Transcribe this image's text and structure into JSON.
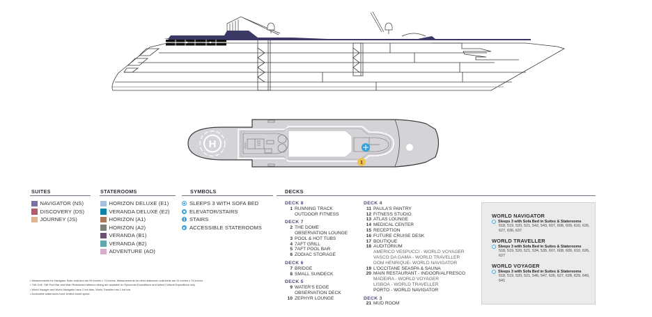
{
  "legend": {
    "suites": {
      "title": "SUITES",
      "items": [
        {
          "label": "NAVIGATOR (NS)",
          "color": "#7b6fa6"
        },
        {
          "label": "DISCOVERY (DS)",
          "color": "#b85966"
        },
        {
          "label": "JOURNEY (JS)",
          "color": "#e3b48f"
        }
      ]
    },
    "staterooms": {
      "title": "STATEROOMS",
      "items": [
        {
          "label": "HORIZON DELUXE (E1)",
          "color": "#a6bfdc"
        },
        {
          "label": "VERANDA DELUXE (E2)",
          "color": "#0f84a8"
        },
        {
          "label": "HORIZON (A1)",
          "color": "#a8795a"
        },
        {
          "label": "HORIZON (A2)",
          "color": "#7e7e78"
        },
        {
          "label": "VERANDA (B1)",
          "color": "#6e4e73"
        },
        {
          "label": "VERANDA (B2)",
          "color": "#5fa7a9"
        },
        {
          "label": "ADVENTURE (AO)",
          "color": "#d5aec9"
        }
      ]
    },
    "symbols": {
      "title": "SYMBOLS",
      "items": [
        {
          "label": "SLEEPS 3 WITH SOFA BED",
          "icon": "sofa-bed-dot-icon",
          "color": "#3aa6dc"
        },
        {
          "label": "ELEVATOR/STAIRS",
          "icon": "elevator-stairs-icon",
          "color": "#2fa0d8"
        },
        {
          "label": "STAIRS",
          "icon": "stairs-icon",
          "color": "#2fa0d8"
        },
        {
          "label": "ACCESSIBLE STATEROOMS",
          "icon": "accessible-icon",
          "color": "#2fa0d8"
        }
      ]
    }
  },
  "decks": {
    "title": "DECKS",
    "columns": [
      [
        {
          "title": "DECK 8",
          "items": [
            {
              "num": "1",
              "name": "RUNNING TRACK",
              "subs": [
                {
                  "text": "OUTDOOR FITNESS",
                  "strong": true
                }
              ]
            }
          ]
        },
        {
          "title": "DECK 7",
          "items": [
            {
              "num": "2",
              "name": "THE DOME",
              "subs": [
                {
                  "text": "OBSERVATION LOUNGE",
                  "strong": true
                }
              ]
            },
            {
              "num": "3",
              "name": "POOL & HOT TUBS",
              "subs": []
            },
            {
              "num": "4",
              "name": "7AFT GRILL",
              "subs": []
            },
            {
              "num": "5",
              "name": "7AFT POOL BAR",
              "subs": []
            },
            {
              "num": "6",
              "name": "ZODIAC STORAGE",
              "subs": []
            }
          ]
        },
        {
          "title": "DECK 6",
          "items": [
            {
              "num": "7",
              "name": "BRIDGE",
              "subs": []
            },
            {
              "num": "8",
              "name": "SMALL SUNDECK",
              "subs": []
            }
          ]
        },
        {
          "title": "DECK 5",
          "items": [
            {
              "num": "9",
              "name": "WATER'S EDGE",
              "subs": [
                {
                  "text": "OBSERVATION DECK",
                  "strong": true
                }
              ]
            },
            {
              "num": "10",
              "name": "ZEPHYR LOUNGE",
              "subs": []
            }
          ]
        }
      ],
      [
        {
          "title": "DECK 4",
          "items": [
            {
              "num": "11",
              "name": "PAULA'S PANTRY",
              "subs": []
            },
            {
              "num": "12",
              "name": "FITNESS STUDIO",
              "subs": []
            },
            {
              "num": "13",
              "name": "ATLAS LOUNGE",
              "subs": []
            },
            {
              "num": "14",
              "name": "MEDICAL CENTER",
              "subs": []
            },
            {
              "num": "15",
              "name": "RECEPTION",
              "subs": []
            },
            {
              "num": "16",
              "name": "FUTURE CRUISE DESK",
              "subs": []
            },
            {
              "num": "17",
              "name": "BOUTIQUE",
              "subs": []
            },
            {
              "num": "18",
              "name": "AUDITORIUM",
              "subs": [
                {
                  "text": "AMERICO VESPUCCI - WORLD VOYAGER",
                  "strong": false
                },
                {
                  "text": "VASCO DA GAMA - WORLD TRAVELLER",
                  "strong": false
                },
                {
                  "text": "DOM HENRIQUE- WORLD NAVIGATOR",
                  "strong": false
                }
              ]
            },
            {
              "num": "19",
              "name": "L'OCCITANE SEASPA & SAUNA",
              "subs": []
            },
            {
              "num": "20",
              "name": "MAIN RESTAURANT - INDOOR/ALFRESCO",
              "subs": [
                {
                  "text": "MADEIRA - WORLD VOYAGER",
                  "strong": false
                },
                {
                  "text": "LISBOA - WORLD TRAVELLER",
                  "strong": false
                },
                {
                  "text": "PORTO - WORLD NAVIGATOR",
                  "strong": true
                }
              ]
            }
          ]
        },
        {
          "title": "DECK 3",
          "items": [
            {
              "num": "21",
              "name": "MUD ROOM",
              "subs": []
            }
          ]
        }
      ]
    ]
  },
  "ships": [
    {
      "name": "WORLD NAVIGATOR",
      "feature": "Sleeps 3 with Sofa Bed in Suites & Staterooms",
      "rooms": "518, 519, 520, 521, 542, 543, 607, 608, 609, 610, 626, 627, 636, 637"
    },
    {
      "name": "WORLD TRAVELLER",
      "feature": "Sleeps 3 with Sofa Bed in Suites & Staterooms",
      "rooms": "518, 519, 520, 521, 534, 535, 607, 608, 609, 610, 626, 627"
    },
    {
      "name": "WORLD VOYAGER",
      "feature": "Sleeps 3 with Sofa Bed in Suites & Staterooms",
      "rooms": "518, 519, 520, 521, 546, 547, 626, 627, 628, 629, 640, 641"
    }
  ],
  "notes": [
    "Measurements for Navigator Suite sofa bed are 59 inches x 74 inches. Measurements for other stateroom sofa beds are 31 inches x 74 inches.",
    "7Aft Grill, 7Aft Pool Bar and Main Restaurant alfresco dining are available on Epicurean Expeditions and select Cultural Expeditions only.",
    "World Voyager and World Navigator have 2 hot tubs, World Traveller has 1 hot tub.",
    "Accessible staterooms have limited closet space."
  ],
  "plan": {
    "helipad_letter": "H",
    "callout_number": "1",
    "hull_color": "#3b3a66",
    "deck_fill": "#d4d4d8",
    "accent_blue": "#2fa0d8",
    "callout_yellow": "#f0c252"
  }
}
